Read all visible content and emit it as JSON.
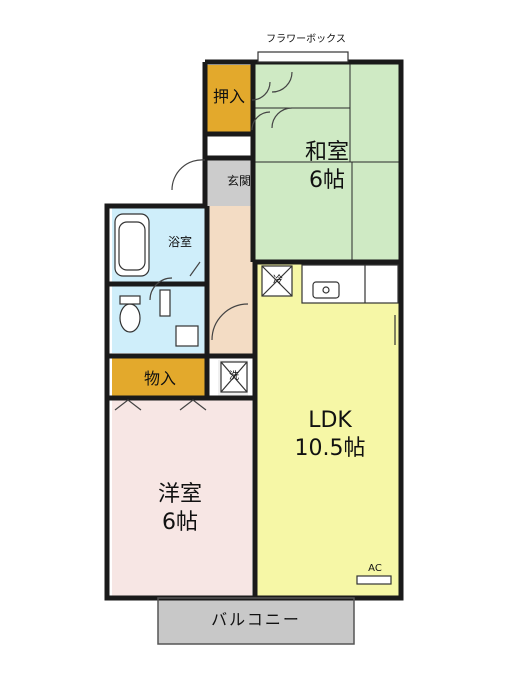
{
  "plan": {
    "flower_box": "フラワーボックス",
    "closet_top": "押入",
    "entrance": "玄関",
    "bathroom": "浴室",
    "storage": "物入",
    "washer": "洗",
    "fridge": "冷",
    "balcony": "バルコニー",
    "ac": "AC",
    "washitsu": {
      "name": "和室",
      "size": "6帖"
    },
    "ldk": {
      "name": "LDK",
      "size": "10.5帖"
    },
    "yoshitsu": {
      "name": "洋室",
      "size": "6帖"
    }
  },
  "colors": {
    "wall": "#1a1a1a",
    "washitsu": "#cfeac4",
    "ldk": "#f6f7a6",
    "yoshitsu": "#f7e6e4",
    "closet": "#e3a92c",
    "hall": "#f3dcc4",
    "entrance": "#cccccc",
    "wet_area": "#cfeefa",
    "balcony": "#c8c8c8"
  }
}
